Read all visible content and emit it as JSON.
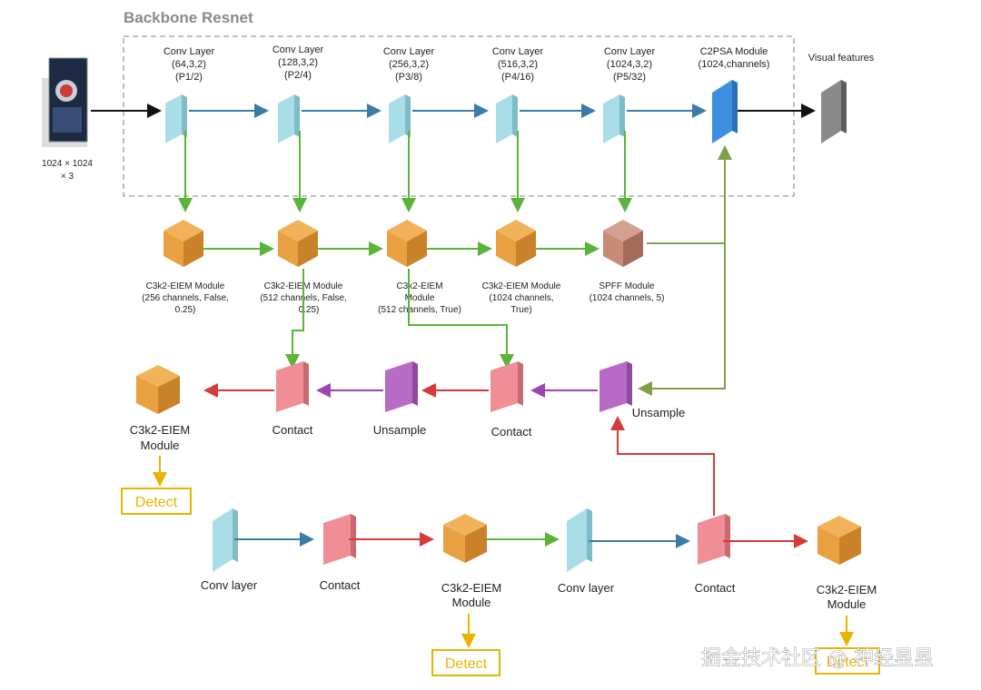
{
  "backbone": {
    "title": "Backbone Resnet",
    "input_label": [
      "1024 × 1024",
      "× 3"
    ],
    "conv_layers": [
      {
        "lines": [
          "Conv Layer",
          "(64,3,2)",
          "(P1/2)"
        ]
      },
      {
        "lines": [
          "Conv Layer",
          "(128,3,2)",
          "(P2/4)"
        ]
      },
      {
        "lines": [
          "Conv Layer",
          "(256,3,2)",
          "(P3/8)"
        ]
      },
      {
        "lines": [
          "Conv Layer",
          "(516,3,2)",
          "(P4/16)"
        ]
      },
      {
        "lines": [
          "Conv Layer",
          "(1024,3,2)",
          "(P5/32)"
        ]
      }
    ],
    "c2psa": {
      "lines": [
        "C2PSA Module",
        "(1024,channels)"
      ]
    },
    "output_label": "Visual features"
  },
  "neck": {
    "modules": [
      {
        "lines": [
          "C3k2-EIEM Module",
          "(256 channels, False,",
          "0.25)"
        ]
      },
      {
        "lines": [
          "C3k2-EIEM Module",
          "(512 channels, False,",
          "0.25)"
        ]
      },
      {
        "lines": [
          "C3k2-EIEM",
          "Module",
          "(512 channels, True)"
        ]
      },
      {
        "lines": [
          "C3k2-EIEM Module",
          "(1024 channels,",
          "True)"
        ]
      },
      {
        "lines": [
          "SPFF Module",
          "(1024 channels, 5)"
        ]
      }
    ]
  },
  "head_row1": {
    "c3k2": [
      "C3k2-EIEM",
      "Module"
    ],
    "contact_a": "Contact",
    "unsample_a": "Unsample",
    "contact_b": "Contact",
    "unsample_b": "Unsample",
    "detect": "Detect"
  },
  "head_row2": {
    "conv_a": "Conv layer",
    "contact_a": "Contact",
    "c3k2_a": [
      "C3k2-EIEM",
      "Module"
    ],
    "conv_b": "Conv layer",
    "contact_b": "Contact",
    "c3k2_b": [
      "C3k2-EIEM",
      "Module"
    ],
    "detect_a": "Detect",
    "detect_b": "Detect"
  },
  "watermark": "掘金技术社区 @ 神经星星",
  "colors": {
    "conv": "#a9dde8",
    "c2psa": "#3d8fe0",
    "cube": "#e8a040",
    "spff": "#c98a78",
    "contact": "#ef8f95",
    "unsample": "#b86bc6",
    "arrow_blue": "#3a7ca5",
    "arrow_green": "#5ab43a",
    "arrow_red": "#d63a3a",
    "arrow_purple": "#9a45b0",
    "arrow_olive": "#7fa048",
    "detect": "#e8b400"
  }
}
